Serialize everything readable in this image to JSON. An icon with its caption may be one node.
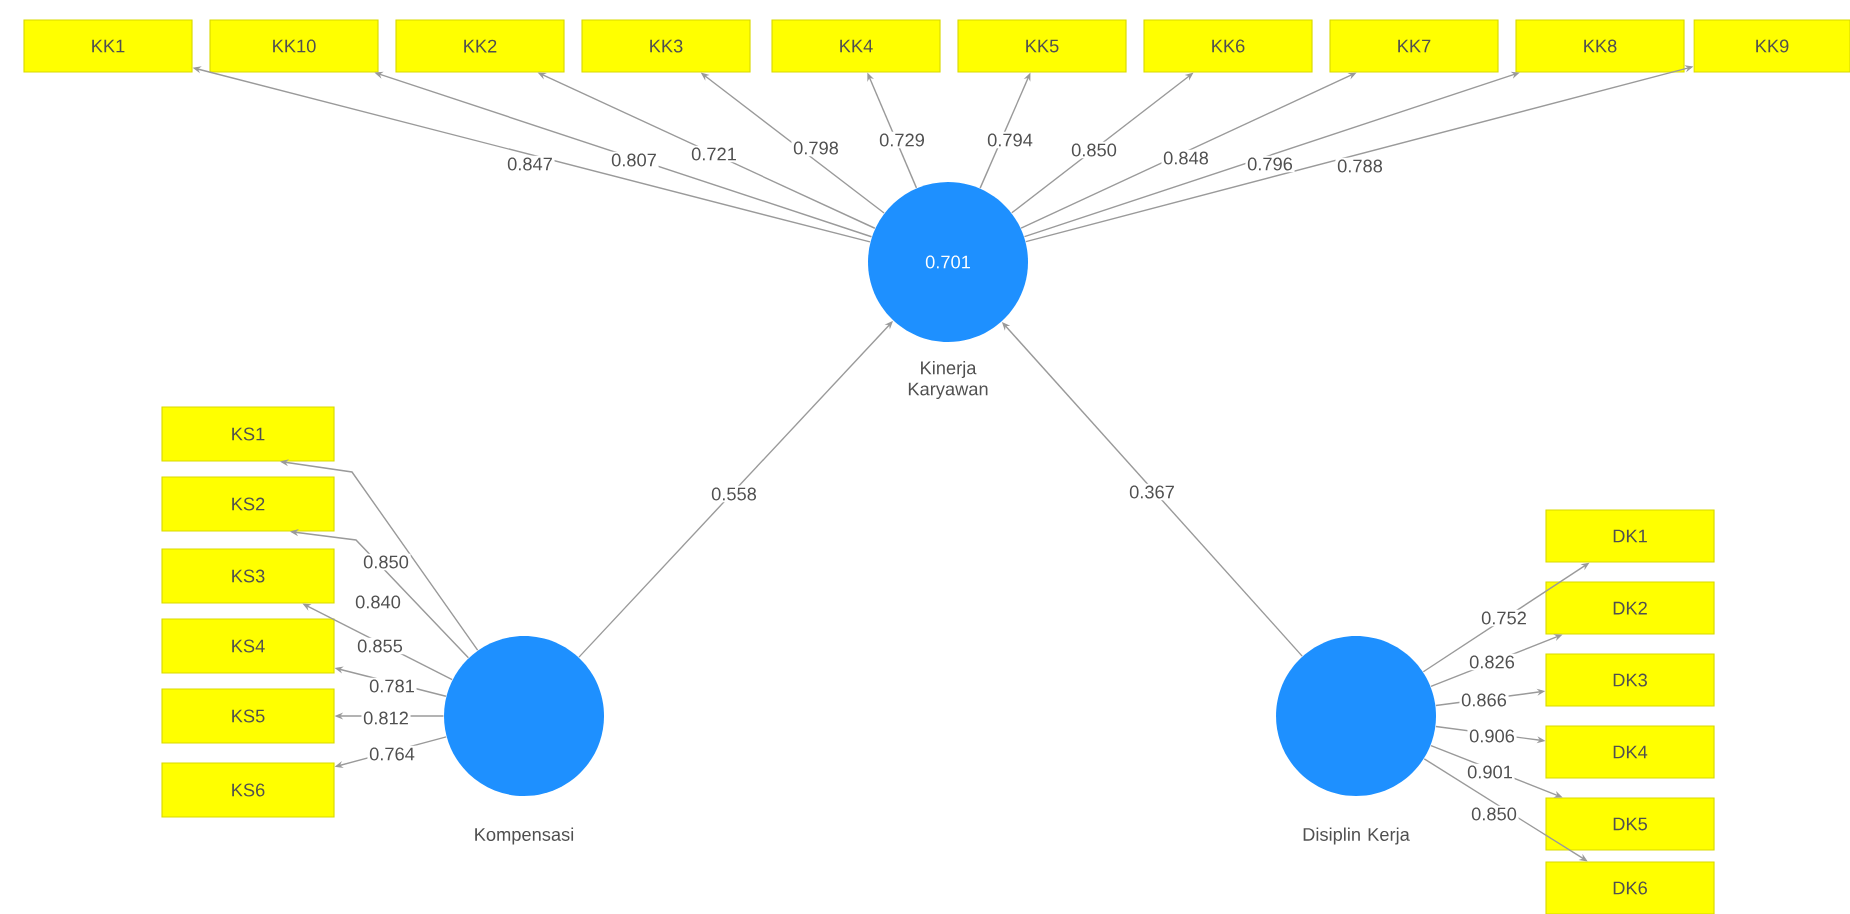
{
  "diagram": {
    "nodes": [
      {
        "text": [
          "0.701"
        ],
        "beside": [
          "Kinerja Karyawan"
        ]
      },
      {
        "text": [],
        "shape": "circle",
        "beside": [
          "Kompensasi"
        ]
      },
      {
        "text": [],
        "shape": "circle",
        "beside": [
          "Disiplin Kerja"
        ]
      },
      {
        "text": [
          "KK1"
        ]
      },
      {
        "text": [
          "KK10"
        ]
      },
      {
        "text": [
          "KK2"
        ]
      },
      {
        "text": [
          "KK3"
        ]
      },
      {
        "text": [
          "KK4"
        ]
      },
      {
        "text": [
          "KK5"
        ]
      },
      {
        "text": [
          "KK6"
        ]
      },
      {
        "text": [
          "KK7"
        ]
      },
      {
        "text": [
          "KK8"
        ]
      },
      {
        "text": [
          "KK9"
        ]
      },
      {
        "text": [
          "KS1"
        ]
      },
      {
        "text": [
          "KS2"
        ]
      },
      {
        "text": [
          "KS3"
        ]
      },
      {
        "text": [
          "KS4"
        ]
      },
      {
        "text": [
          "KS5"
        ]
      },
      {
        "text": [
          "KS6"
        ]
      },
      {
        "text": [
          "DK1"
        ]
      },
      {
        "text": [
          "DK2"
        ]
      },
      {
        "text": [
          "DK3"
        ]
      },
      {
        "text": [
          "DK4"
        ]
      },
      {
        "text": [
          "DK5"
        ]
      },
      {
        "text": [
          "DK6"
        ]
      }
    ],
    "edges": [
      {
        "from": 1,
        "to": 0,
        "arrow": "to",
        "label": "0.558"
      },
      {
        "from": 2,
        "to": 0,
        "arrow": "to",
        "label": "0.367"
      },
      {
        "from": 0,
        "to": 3,
        "arrow": "to",
        "label": "0.847"
      },
      {
        "from": 0,
        "to": 4,
        "arrow": "to",
        "label": "0.807"
      },
      {
        "from": 0,
        "to": 5,
        "arrow": "to",
        "label": "0.721"
      },
      {
        "from": 0,
        "to": 6,
        "arrow": "to",
        "label": "0.798"
      },
      {
        "from": 0,
        "to": 7,
        "arrow": "to",
        "label": "0.729"
      },
      {
        "from": 0,
        "to": 8,
        "arrow": "to",
        "label": "0.794"
      },
      {
        "from": 0,
        "to": 9,
        "arrow": "to",
        "label": "0.850"
      },
      {
        "from": 0,
        "to": 10,
        "arrow": "to",
        "label": "0.848"
      },
      {
        "from": 0,
        "to": 11,
        "arrow": "to",
        "label": "0.796"
      },
      {
        "from": 0,
        "to": 12,
        "arrow": "to",
        "label": "0.788"
      },
      {
        "from": 1,
        "to": 13,
        "arrow": "to",
        "label": "0.850"
      },
      {
        "from": 1,
        "to": 14,
        "arrow": "to",
        "label": "0.840"
      },
      {
        "from": 1,
        "to": 15,
        "arrow": "to",
        "label": "0.855"
      },
      {
        "from": 1,
        "to": 16,
        "arrow": "to",
        "label": "0.781"
      },
      {
        "from": 1,
        "to": 17,
        "arrow": "to",
        "label": "0.812"
      },
      {
        "from": 1,
        "to": 18,
        "arrow": "to",
        "label": "0.764"
      },
      {
        "from": 2,
        "to": 19,
        "arrow": "to",
        "label": "0.752"
      },
      {
        "from": 2,
        "to": 20,
        "arrow": "to",
        "label": "0.826"
      },
      {
        "from": 2,
        "to": 21,
        "arrow": "to",
        "label": "0.866"
      },
      {
        "from": 2,
        "to": 22,
        "arrow": "to",
        "label": "0.906"
      },
      {
        "from": 2,
        "to": 23,
        "arrow": "to",
        "label": "0.901"
      },
      {
        "from": 2,
        "to": 24,
        "arrow": "to",
        "label": "0.850"
      }
    ]
  }
}
